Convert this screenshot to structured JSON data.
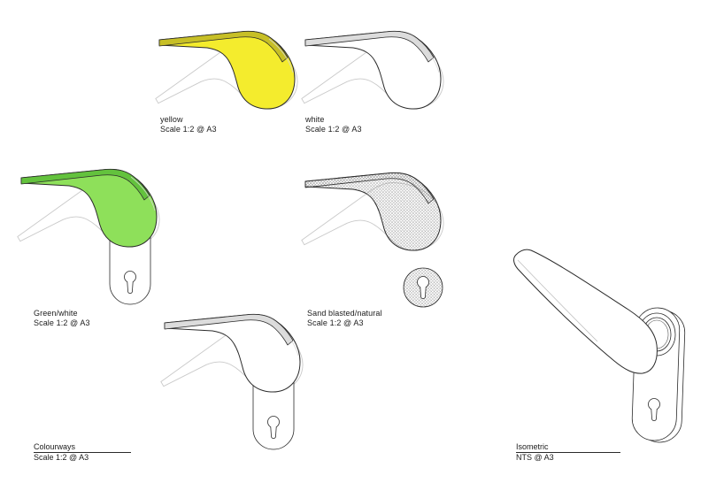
{
  "sheet": {
    "views": {
      "yellow": {
        "label": "yellow",
        "scale": "Scale 1:2 @ A3"
      },
      "white": {
        "label": "white",
        "scale": "Scale 1:2 @ A3"
      },
      "green_white": {
        "label": "Green/white",
        "scale": "Scale 1:2 @ A3"
      },
      "sand_blasted": {
        "label": "Sand blasted/natural",
        "scale": "Scale 1:2 @ A3"
      }
    },
    "title_blocks": {
      "colourways": {
        "title": "Colourways",
        "scale": "Scale 1:2 @ A3"
      },
      "isometric": {
        "title": "Isometric",
        "scale": "NTS @ A3"
      }
    },
    "colors": {
      "yellow_side": "#f4ec2d",
      "yellow_top": "#c7bf26",
      "green_side": "#8ee05a",
      "green_top": "#63c23d",
      "white_top": "#dcdcdc",
      "white_side": "#ffffff",
      "ghost_outline": "#c9c9c9",
      "hatch": "#8f8f8f"
    }
  }
}
